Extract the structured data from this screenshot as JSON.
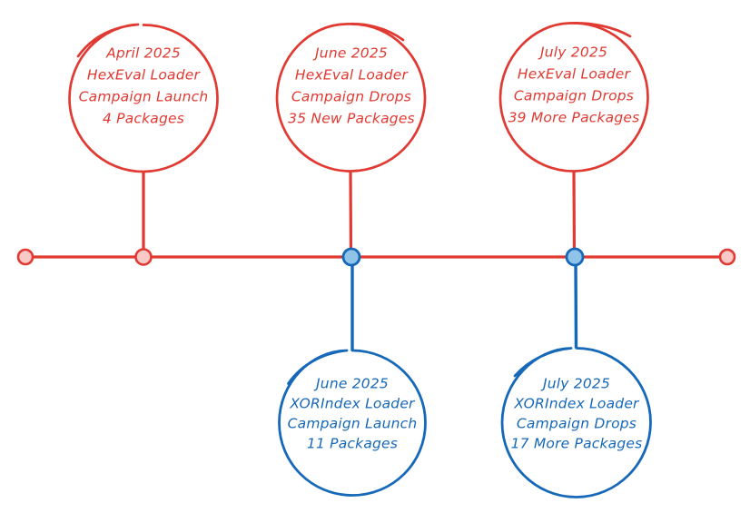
{
  "diagram": {
    "type": "timeline",
    "title": "",
    "background": "#ffffff",
    "colors": {
      "red_stroke": "#e03a32",
      "red_fill": "#f8c9c7",
      "red_text": "#e03a32",
      "blue_stroke": "#1668b8",
      "blue_fill": "#8fc3e8",
      "blue_text": "#1668b8"
    },
    "axis": {
      "name": "timeline-axis",
      "color": "#e03a32",
      "start_cap": "endpoint-dot",
      "end_cap": "endpoint-dot"
    },
    "events_above": [
      {
        "id": "april-2025-hexeval",
        "side": "above",
        "color": "red",
        "node_fill": "red",
        "lines": [
          "April 2025",
          "HexEval Loader",
          "Campaign Launch",
          "4 Packages"
        ],
        "date": "April 2025",
        "loader": "HexEval Loader",
        "action": "Campaign Launch",
        "packages": "4 Packages",
        "package_count": 4
      },
      {
        "id": "june-2025-hexeval",
        "side": "above",
        "color": "red",
        "node_fill": "blue",
        "lines": [
          "June 2025",
          "HexEval Loader",
          "Campaign Drops",
          "35 New Packages"
        ],
        "date": "June 2025",
        "loader": "HexEval Loader",
        "action": "Campaign Drops",
        "packages": "35 New Packages",
        "package_count": 35
      },
      {
        "id": "july-2025-hexeval",
        "side": "above",
        "color": "red",
        "node_fill": "blue",
        "lines": [
          "July 2025",
          "HexEval Loader",
          "Campaign Drops",
          "39 More Packages"
        ],
        "date": "July 2025",
        "loader": "HexEval Loader",
        "action": "Campaign Drops",
        "packages": "39 More Packages",
        "package_count": 39
      }
    ],
    "events_below": [
      {
        "id": "june-2025-xorindex",
        "side": "below",
        "color": "blue",
        "lines": [
          "June 2025",
          "XORIndex Loader",
          "Campaign Launch",
          "11 Packages"
        ],
        "date": "June 2025",
        "loader": "XORIndex Loader",
        "action": "Campaign Launch",
        "packages": "11 Packages",
        "package_count": 11
      },
      {
        "id": "july-2025-xorindex",
        "side": "below",
        "color": "blue",
        "lines": [
          "July 2025",
          "XORIndex Loader",
          "Campaign Drops",
          "17 More Packages"
        ],
        "date": "July 2025",
        "loader": "XORIndex Loader",
        "action": "Campaign Drops",
        "packages": "17 More Packages",
        "package_count": 17
      }
    ]
  }
}
